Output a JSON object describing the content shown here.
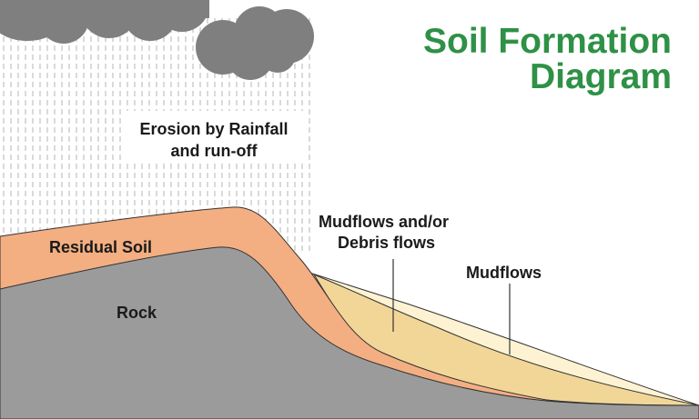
{
  "title": {
    "line1": "Soil Formation",
    "line2": "Diagram",
    "color": "#2e9146"
  },
  "labels": {
    "erosion_line1": "Erosion by Rainfall",
    "erosion_line2": "and run-off",
    "residual_soil": "Residual Soil",
    "rock": "Rock",
    "debris_line1": "Mudflows and/or",
    "debris_line2": "Debris flows",
    "mudflows": "Mudflows"
  },
  "colors": {
    "rock": "#9b9b9b",
    "residual_soil": "#f3ae82",
    "debris": "#f2d698",
    "mudflow": "#fdf3d2",
    "cloud": "#7f7f7f",
    "rain": "#b5b5b5"
  }
}
